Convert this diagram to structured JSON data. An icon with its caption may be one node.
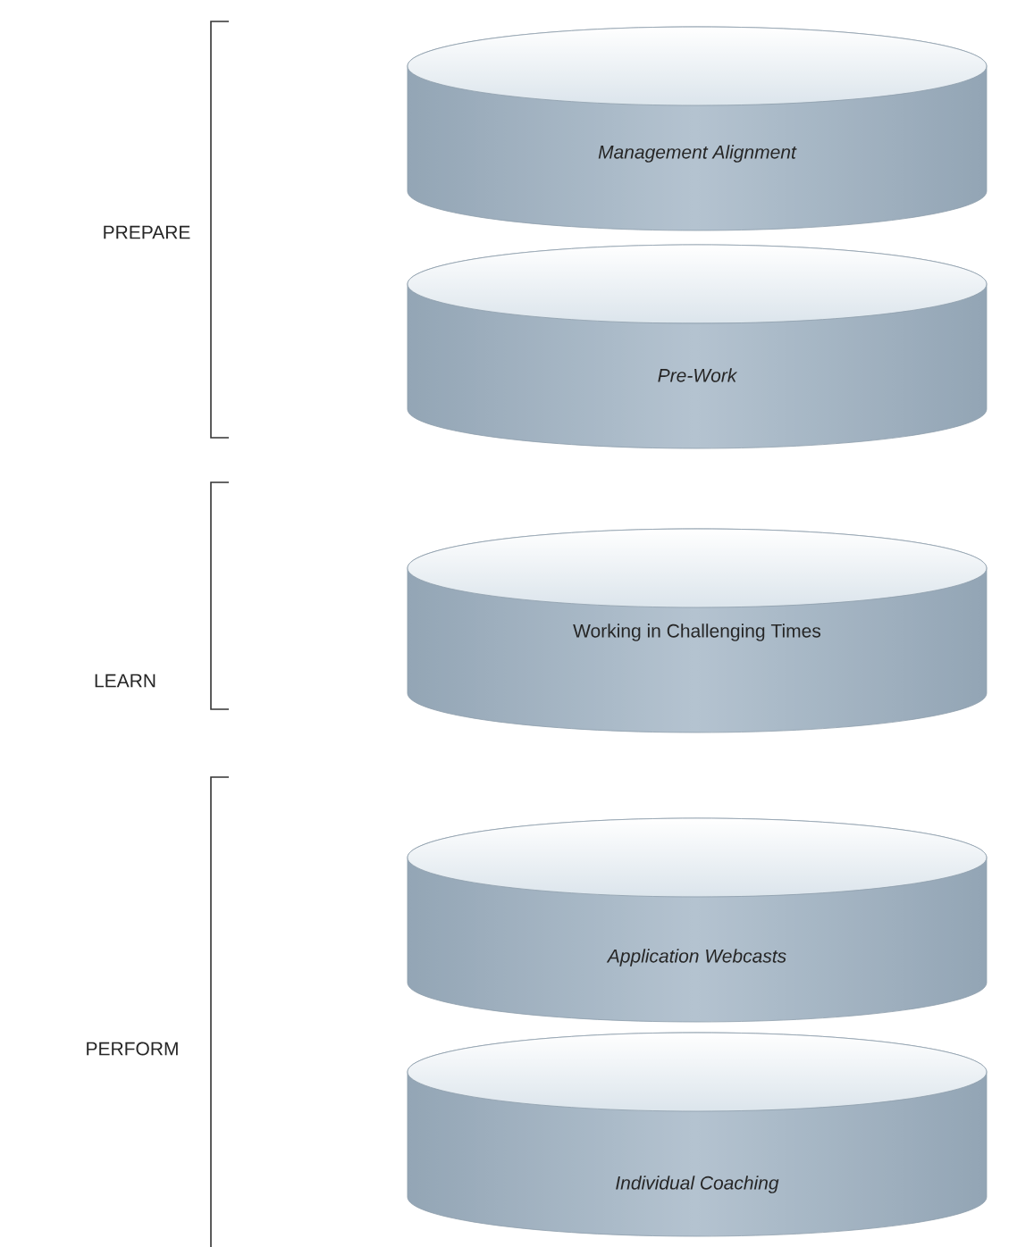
{
  "diagram": {
    "nodes": [
      {
        "text": [
          "Management Alignment"
        ]
      },
      {
        "text": [
          "Pre-Work"
        ]
      },
      {
        "text": [
          "Working in Challenging Times"
        ]
      },
      {
        "text": [
          "Application Webcasts"
        ]
      },
      {
        "text": [
          "Individual Coaching"
        ]
      }
    ],
    "labels": [
      "PREPARE",
      "LEARN",
      "PERFORM"
    ]
  }
}
